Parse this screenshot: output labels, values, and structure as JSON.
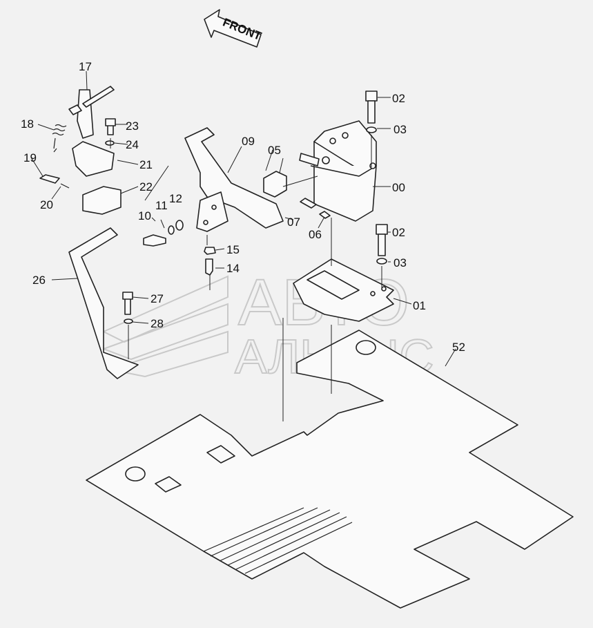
{
  "front_label": "FRONT",
  "watermark": {
    "line1": "АВТО",
    "line2": "АЛЬЯНС"
  },
  "parts": {
    "p00": "00",
    "p01": "01",
    "p02a": "02",
    "p02b": "02",
    "p03a": "03",
    "p03b": "03",
    "p05": "05",
    "p06": "06",
    "p07": "07",
    "p09": "09",
    "p10": "10",
    "p11": "11",
    "p12": "12",
    "p14": "14",
    "p15": "15",
    "p17": "17",
    "p18": "18",
    "p19": "19",
    "p20": "20",
    "p21": "21",
    "p22": "22",
    "p23": "23",
    "p24": "24",
    "p26": "26",
    "p27": "27",
    "p28": "28",
    "p52": "52"
  }
}
